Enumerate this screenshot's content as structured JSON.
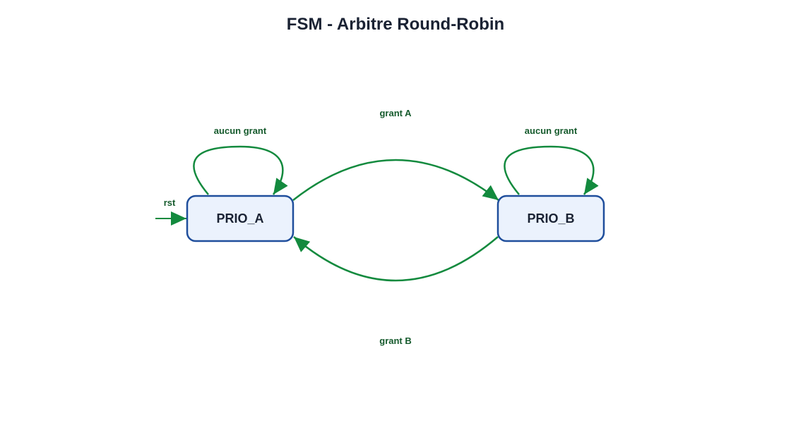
{
  "title": "FSM - Arbitre Round-Robin",
  "colors": {
    "title": "#1a2233",
    "state_fill": "#ebf2fd",
    "state_stroke": "#1f4e9c",
    "state_text": "#1a2233",
    "edge": "#138a3e",
    "edge_label": "#155a2c"
  },
  "states": [
    {
      "id": "PRIO_A",
      "label": "PRIO_A",
      "initial": true
    },
    {
      "id": "PRIO_B",
      "label": "PRIO_B",
      "initial": false
    }
  ],
  "transitions": [
    {
      "from": "PRIO_A",
      "to": "PRIO_A",
      "label": "aucun grant"
    },
    {
      "from": "PRIO_B",
      "to": "PRIO_B",
      "label": "aucun grant"
    },
    {
      "from": "PRIO_A",
      "to": "PRIO_B",
      "label": "grant A"
    },
    {
      "from": "PRIO_B",
      "to": "PRIO_A",
      "label": "grant B"
    }
  ],
  "initial_transition": {
    "label": "rst",
    "to": "PRIO_A"
  }
}
